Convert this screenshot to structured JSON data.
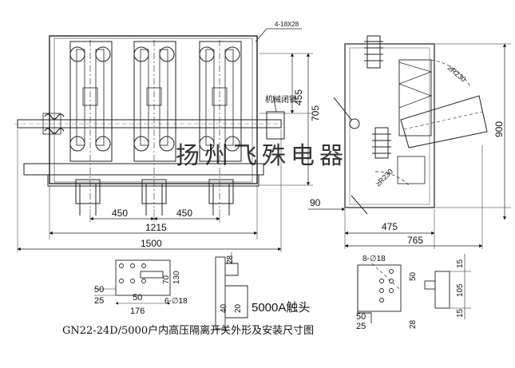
{
  "watermark": "扬州飞殊电器",
  "caption": "GN22-24D/5000户内高压隔离开关外形及安装尺寸图",
  "front_view": {
    "hole_note": "4-18X28",
    "mechanism_label": "机械闭锁",
    "dims": {
      "pitch_left": "450",
      "pitch_right": "450",
      "inner_width": "1215",
      "overall_width": "1500",
      "height_inner": "455",
      "height_outer": "705"
    }
  },
  "side_view": {
    "radius_upper": "≥R230",
    "radius_lower": "≥R230",
    "dims": {
      "height": "900",
      "offset": "90",
      "depth_inner": "475",
      "depth_outer": "765"
    }
  },
  "detail_left": {
    "dims": {
      "top": "28",
      "side_70": "70",
      "side_130": "130",
      "d50a": "50",
      "d25": "25",
      "d50b": "50",
      "d176": "176",
      "d40": "40",
      "d20": "20",
      "holes": "6-∅18"
    }
  },
  "detail_rating": "5000A触头",
  "detail_right": {
    "dims": {
      "holes": "8-∅18",
      "d50_side": "50",
      "d50": "50",
      "d25": "25",
      "d28": "28",
      "d15_top": "15",
      "d105": "105",
      "d15_bottom": "15"
    }
  }
}
